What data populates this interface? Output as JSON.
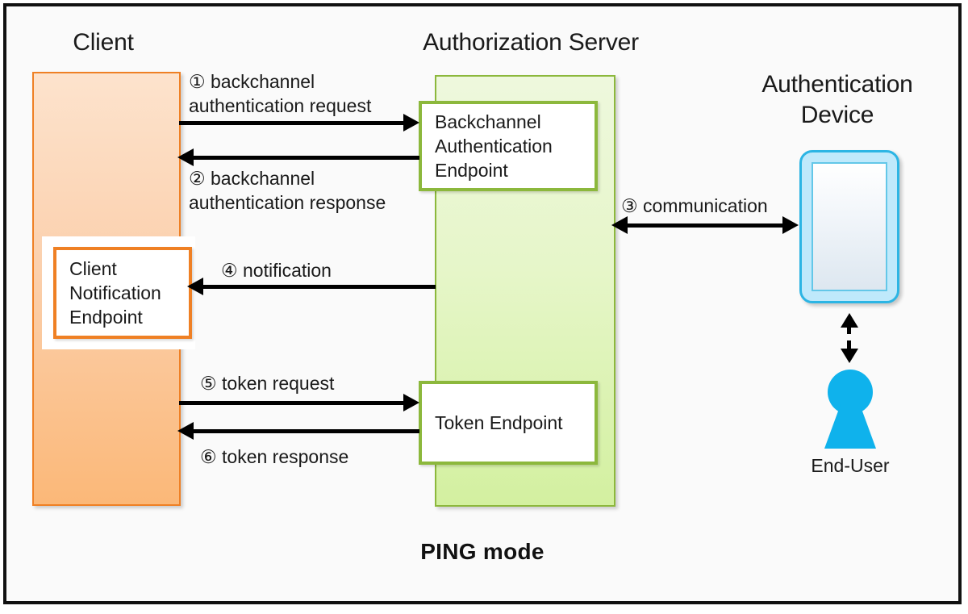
{
  "diagram": {
    "mode_title": "PING mode",
    "headings": [
      {
        "id": "client",
        "text": "Client"
      },
      {
        "id": "authorization-server",
        "text": "Authorization Server"
      },
      {
        "id": "authentication-device",
        "text": "Authentication\nDevice"
      }
    ],
    "actors": {
      "client": {
        "label": "Client",
        "color": "#fbb878",
        "border_color": "#ef8024"
      },
      "authorization_server": {
        "label": "Authorization Server",
        "color": "#d3f0a0",
        "border_color": "#8cb83c"
      },
      "authentication_device": {
        "label": "Authentication Device",
        "color": "#bfe9fb",
        "border_color": "#2cb5e4"
      },
      "end_user": {
        "label": "End-User",
        "color": "#0fb2ec"
      }
    },
    "endpoints": [
      {
        "id": "backchannel-authentication-endpoint",
        "label": "Backchannel\nAuthentication\nEndpoint",
        "owner": "authorization-server"
      },
      {
        "id": "token-endpoint",
        "label": "Token Endpoint",
        "owner": "authorization-server"
      },
      {
        "id": "client-notification-endpoint",
        "label": "Client\nNotification\nEndpoint",
        "owner": "client"
      }
    ],
    "flows": [
      {
        "number": "①",
        "label": "backchannel\nauthentication request",
        "caption": "① backchannel\nauthentication request",
        "direction": "right",
        "from": "client",
        "to": "backchannel-authentication-endpoint"
      },
      {
        "number": "②",
        "label": "backchannel\nauthentication response",
        "caption": "② backchannel\nauthentication response",
        "direction": "left",
        "from": "backchannel-authentication-endpoint",
        "to": "client"
      },
      {
        "number": "③",
        "label": "communication",
        "caption": "③ communication",
        "direction": "both",
        "from": "authorization-server",
        "to": "authentication-device"
      },
      {
        "number": "④",
        "label": "notification",
        "caption": "④ notification",
        "direction": "left",
        "from": "authorization-server",
        "to": "client-notification-endpoint"
      },
      {
        "number": "⑤",
        "label": "token request",
        "caption": "⑤ token request",
        "direction": "right",
        "from": "client",
        "to": "token-endpoint"
      },
      {
        "number": "⑥",
        "label": "token response",
        "caption": "⑥ token response",
        "direction": "left",
        "from": "token-endpoint",
        "to": "client"
      },
      {
        "number": "",
        "label": "",
        "caption": "",
        "direction": "both-dashed",
        "from": "authentication-device",
        "to": "end-user"
      }
    ]
  }
}
